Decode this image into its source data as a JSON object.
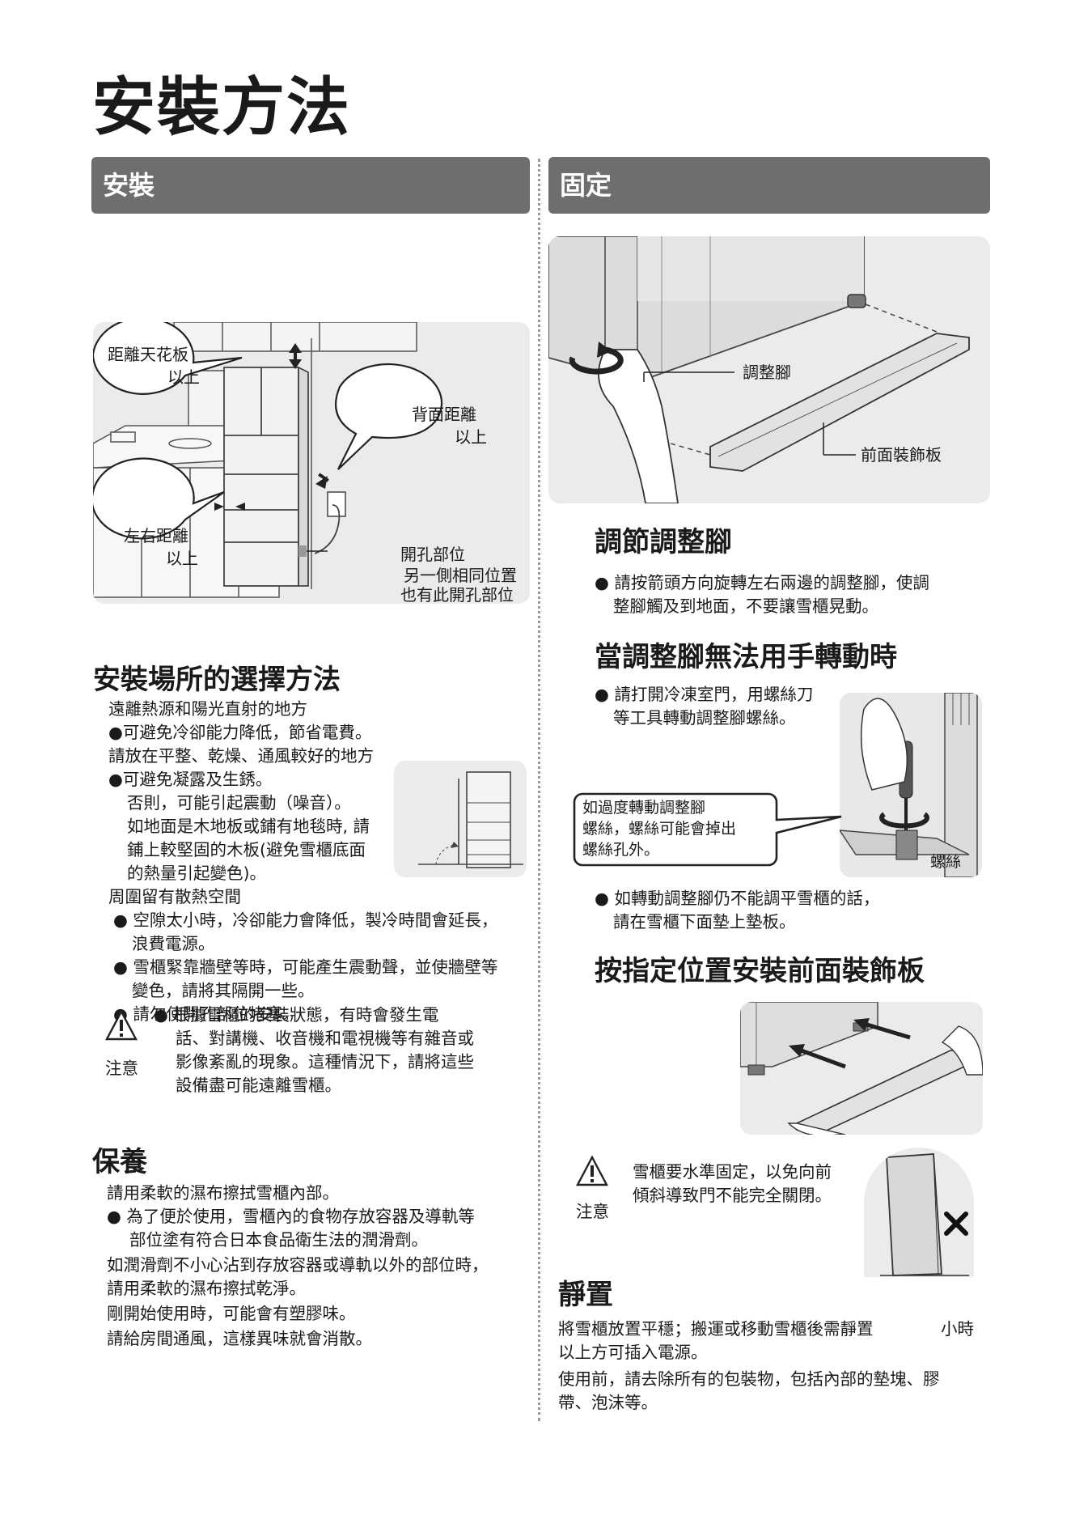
{
  "page": {
    "title": "安裝方法",
    "left_header": "安裝",
    "right_header": "固定"
  },
  "install_figure": {
    "ceiling_label_1": "距離天花板",
    "ceiling_label_2": "以上",
    "back_label_1": "背面距離",
    "back_label_2": "以上",
    "side_label_1": "左右距離",
    "side_label_2": "以上",
    "hole_label_1": "開孔部位",
    "hole_label_2": "另一側相同位置",
    "hole_label_3": "也有此開孔部位"
  },
  "location": {
    "heading": "安裝場所的選擇方法",
    "line1": "遠離熱源和陽光直射的地方",
    "line2": "●可避免冷卻能力降低，節省電費。",
    "line3": "請放在平整、乾燥、通風較好的地方",
    "line4": "●可避免凝露及生銹。",
    "line5": "否則，可能引起震動（噪音）。",
    "line6": "如地面是木地板或鋪有地毯時, 請",
    "line7": "鋪上較堅固的木板(避免雪櫃底面",
    "line8": "的熱量引起變色)。",
    "line9": "周圍留有散熱空間",
    "line10": "● 空隙太小時，冷卻能力會降低，製冷時間會延長，",
    "line11": "浪費電源。",
    "line12": "● 雪櫃緊靠牆壁等時，可能產生震動聲，並使牆壁等",
    "line13": "變色，請將其隔開一些。",
    "line14": "● 請勿使開孔部位堵塞。",
    "caution_label": "注意",
    "caution1": "● 根據雪櫃的安裝狀態，有時會發生電",
    "caution2": "話、對講機、收音機和電視機等有雜音或",
    "caution3": "影像紊亂的現象。這種情況下，請將這些",
    "caution4": "設備盡可能遠離雪櫃。"
  },
  "care": {
    "heading": "保養",
    "line1": "請用柔軟的濕布擦拭雪櫃內部。",
    "line2": "● 為了便於使用，雪櫃內的食物存放容器及導軌等",
    "line3": "部位塗有符合日本食品衛生法的潤滑劑。",
    "line4": "如潤滑劑不小心沾到存放容器或導軌以外的部位時，",
    "line5": "請用柔軟的濕布擦拭乾淨。",
    "line6": "剛開始使用時，可能會有塑膠味。",
    "line7": "請給房間通風，這樣異味就會消散。"
  },
  "fix_figure": {
    "foot_label": "調整腳",
    "panel_label": "前面裝飾板"
  },
  "adjust": {
    "heading": "調節調整腳",
    "line1": "● 請按箭頭方向旋轉左右兩邊的調整腳，使調",
    "line2": "整腳觸及到地面，不要讓雪櫃晃動。"
  },
  "manual": {
    "heading": "當調整腳無法用手轉動時",
    "line1": "● 請打開冷凍室門，用螺絲刀",
    "line2": "等工具轉動調整腳螺絲。",
    "bubble1": "如過度轉動調整腳",
    "bubble2": "螺絲，螺絲可能會掉出",
    "bubble3": "螺絲孔外。",
    "screw_label": "螺絲",
    "line3": "● 如轉動調整腳仍不能調平雪櫃的話，",
    "line4": "請在雪櫃下面墊上墊板。"
  },
  "front_panel": {
    "heading": "按指定位置安裝前面裝飾板",
    "caution_label": "注意",
    "caution1": "雪櫃要水準固定，以免向前",
    "caution2": "傾斜導致門不能完全關閉。"
  },
  "rest": {
    "heading": "靜置",
    "line1a": "將雪櫃放置平穩；搬運或移動雪櫃後需靜置",
    "line1b": "小時",
    "line2": "以上方可插入電源。",
    "line3": "使用前，請去除所有的包裝物，包括內部的墊塊、膠",
    "line4": "帶、泡沫等。"
  }
}
